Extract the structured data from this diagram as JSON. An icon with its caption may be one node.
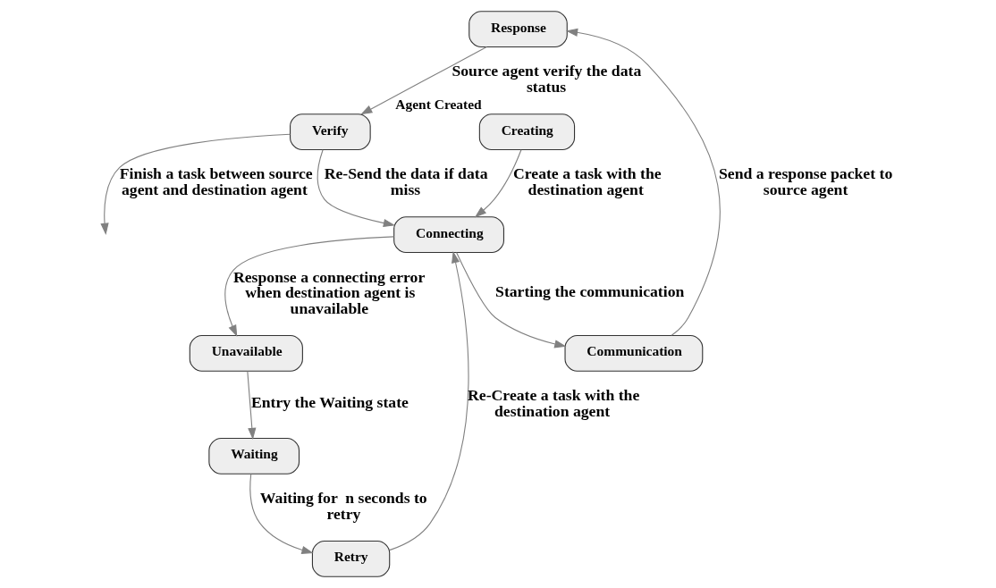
{
  "diagram": {
    "nodes": [
      {
        "text": [
          "Response"
        ]
      },
      {
        "text": [
          "Verify"
        ]
      },
      {
        "text": [
          "Communication"
        ]
      },
      {
        "text": [
          "Creating"
        ],
        "beside": [
          "Agent Created"
        ]
      },
      {
        "text": [
          "Connecting"
        ]
      },
      {
        "text": [
          "Unavailable"
        ]
      },
      {
        "text": [
          "Waiting"
        ]
      },
      {
        "text": [
          "Retry"
        ]
      }
    ],
    "edges": [
      {
        "from": 2,
        "to": 0,
        "arrow": "to",
        "label": "Send a response packet to source agent"
      },
      {
        "from": 0,
        "to": 1,
        "arrow": "to",
        "label": "Source agent verify the data status"
      },
      {
        "from": 1,
        "to": null,
        "arrow": "to",
        "label": "Finish a task between source agent and destination agent"
      },
      {
        "from": 1,
        "to": 4,
        "arrow": "to",
        "label": "Re-Send the data if data miss"
      },
      {
        "from": 4,
        "to": 2,
        "arrow": "to",
        "label": "Starting the communication"
      },
      {
        "from": 3,
        "to": 4,
        "arrow": "to",
        "label": "Create a task with the destination agent"
      },
      {
        "from": 4,
        "to": 5,
        "arrow": "to",
        "label": "Response a connecting error  when destination agent is unavailable"
      },
      {
        "from": 5,
        "to": 6,
        "arrow": "to",
        "label": "Entry the Waiting state"
      },
      {
        "from": 6,
        "to": 7,
        "arrow": "to",
        "label": "Waiting for  n seconds to retry"
      },
      {
        "from": 7,
        "to": 4,
        "arrow": "to",
        "label": "Re-Create a task with the destination agent"
      }
    ]
  }
}
